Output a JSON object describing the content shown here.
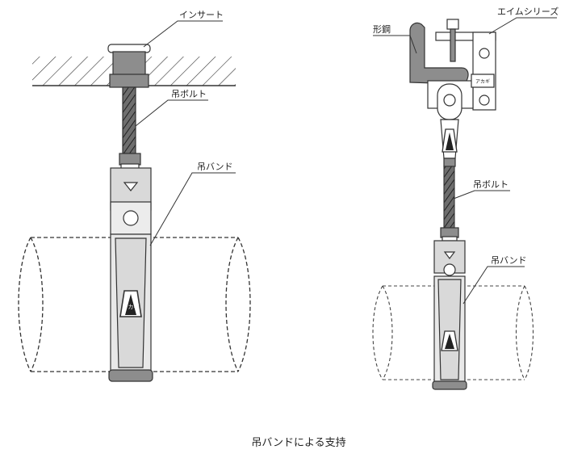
{
  "left_figure": {
    "insert_label": "インサート",
    "bolt_label": "吊ボルト",
    "band_label": "吊バンド",
    "logo_text": "アカギ"
  },
  "right_figure": {
    "steel_label": "形鋼",
    "clamp_label": "エイムシリーズ",
    "bolt_label": "吊ボルト",
    "band_label": "吊バンド",
    "logo_text": "アカギ"
  },
  "caption": "吊バンドによる支持"
}
